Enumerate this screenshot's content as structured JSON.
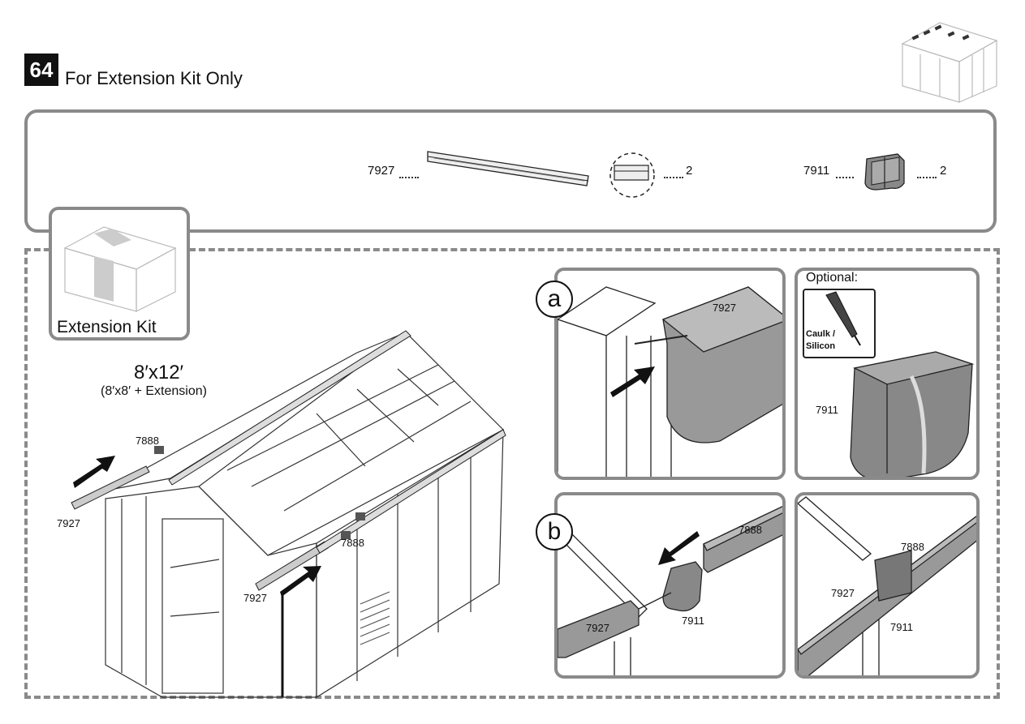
{
  "step": {
    "number": "64",
    "title": "For Extension Kit Only"
  },
  "parts": [
    {
      "code": "7927",
      "qty": "2"
    },
    {
      "code": "7911",
      "qty": "2"
    }
  ],
  "extension": {
    "label": "Extension Kit"
  },
  "shed": {
    "size": "8′x12′",
    "sub": "(8′x8′ + Extension)"
  },
  "overview_labels": {
    "top_rail": "7888",
    "left_gutter": "7927",
    "mid_rail": "7888",
    "mid_gutter": "7927"
  },
  "detail_a": {
    "letter": "a",
    "part": "7927"
  },
  "optional": {
    "title": "Optional:",
    "caulk": "Caulk /\nSilicon",
    "part": "7911"
  },
  "detail_b": {
    "letter": "b",
    "rail": "7888",
    "gutter": "7927",
    "connector": "7911"
  },
  "detail_c": {
    "rail": "7888",
    "gutter": "7927",
    "connector": "7911"
  }
}
